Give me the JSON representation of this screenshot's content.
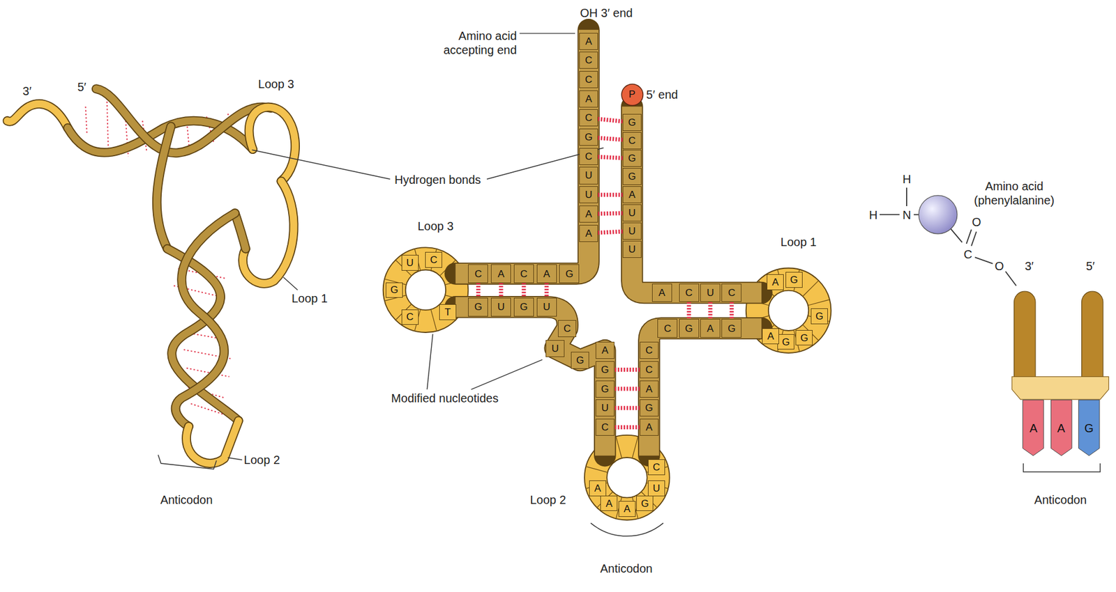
{
  "diagram": {
    "nodes": [
      {
        "text": [
          "P"
        ]
      },
      {
        "text": [
          "G"
        ]
      },
      {
        "text": [
          "C"
        ]
      },
      {
        "text": [
          "G"
        ]
      },
      {
        "text": [
          "G"
        ]
      },
      {
        "text": [
          "A"
        ]
      },
      {
        "text": [
          "U"
        ]
      },
      {
        "text": [
          "U"
        ]
      },
      {
        "text": [
          "U"
        ]
      },
      {
        "text": [
          "A"
        ]
      },
      {
        "text": [
          "C"
        ]
      },
      {
        "text": [
          "U"
        ]
      },
      {
        "text": [
          "C"
        ]
      },
      {
        "text": [
          "A"
        ]
      },
      {
        "text": [
          "G"
        ]
      },
      {
        "text": [
          "G"
        ]
      },
      {
        "text": [
          "G"
        ]
      },
      {
        "text": [
          "G"
        ]
      },
      {
        "text": [
          "A"
        ]
      },
      {
        "text": [
          "G"
        ]
      },
      {
        "text": [
          "A"
        ]
      },
      {
        "text": [
          "G"
        ]
      },
      {
        "text": [
          "C"
        ]
      },
      {
        "text": [
          "C"
        ]
      },
      {
        "text": [
          "C"
        ]
      },
      {
        "text": [
          "A"
        ]
      },
      {
        "text": [
          "G"
        ]
      },
      {
        "text": [
          "A"
        ]
      },
      {
        "text": [
          "C"
        ]
      },
      {
        "text": [
          "U"
        ]
      },
      {
        "text": [
          "G"
        ]
      },
      {
        "text": [
          "A"
        ]
      },
      {
        "text": [
          "A"
        ]
      },
      {
        "text": [
          "A"
        ]
      },
      {
        "text": [
          "C"
        ]
      },
      {
        "text": [
          "U"
        ]
      },
      {
        "text": [
          "G"
        ]
      },
      {
        "text": [
          "G"
        ]
      },
      {
        "text": [
          "A"
        ]
      },
      {
        "text": [
          "G"
        ]
      },
      {
        "text": [
          "U"
        ]
      },
      {
        "text": [
          "C"
        ]
      },
      {
        "text": [
          "U"
        ]
      },
      {
        "text": [
          "G"
        ]
      },
      {
        "text": [
          "U"
        ]
      },
      {
        "text": [
          "G"
        ]
      },
      {
        "text": [
          "T"
        ]
      },
      {
        "text": [
          "C"
        ]
      },
      {
        "text": [
          "G"
        ]
      },
      {
        "text": [
          "U"
        ]
      },
      {
        "text": [
          "C"
        ]
      },
      {
        "text": [
          "C"
        ]
      },
      {
        "text": [
          "A"
        ]
      },
      {
        "text": [
          "C"
        ]
      },
      {
        "text": [
          "A"
        ]
      },
      {
        "text": [
          "G"
        ]
      },
      {
        "text": [
          "A"
        ]
      },
      {
        "text": [
          "A"
        ]
      },
      {
        "text": [
          "U"
        ]
      },
      {
        "text": [
          "U"
        ]
      },
      {
        "text": [
          "C"
        ]
      },
      {
        "text": [
          "G"
        ]
      },
      {
        "text": [
          "C"
        ]
      },
      {
        "text": [
          "A"
        ]
      },
      {
        "text": [
          "C"
        ]
      },
      {
        "text": [
          "C"
        ]
      },
      {
        "text": [
          "A"
        ]
      },
      {
        "text": [
          "A"
        ]
      },
      {
        "text": [
          "A"
        ]
      },
      {
        "text": [
          "G"
        ]
      }
    ],
    "edges": [
      {
        "from": 62,
        "to": 1,
        "arrow": "none"
      },
      {
        "from": 61,
        "to": 2,
        "arrow": "none"
      },
      {
        "from": 60,
        "to": 3,
        "arrow": "none"
      },
      {
        "from": 58,
        "to": 5,
        "arrow": "none"
      },
      {
        "from": 57,
        "to": 6,
        "arrow": "none"
      },
      {
        "from": 56,
        "to": 7,
        "arrow": "none"
      },
      {
        "from": 10,
        "to": 21,
        "arrow": "none"
      },
      {
        "from": 11,
        "to": 20,
        "arrow": "none"
      },
      {
        "from": 12,
        "to": 19,
        "arrow": "none"
      },
      {
        "from": 24,
        "to": 37,
        "arrow": "none"
      },
      {
        "from": 25,
        "to": 36,
        "arrow": "none"
      },
      {
        "from": 26,
        "to": 35,
        "arrow": "none"
      },
      {
        "from": 27,
        "to": 34,
        "arrow": "none"
      },
      {
        "from": 51,
        "to": 45,
        "arrow": "none"
      },
      {
        "from": 52,
        "to": 44,
        "arrow": "none"
      },
      {
        "from": 53,
        "to": 43,
        "arrow": "none"
      },
      {
        "from": 54,
        "to": 42,
        "arrow": "none"
      }
    ],
    "labels": [
      "3′",
      "5′",
      "Loop 3",
      "Loop 1",
      "Loop 2",
      "Anticodon",
      "OH 3′ end",
      "Amino acid accepting end",
      "5′ end",
      "Hydrogen bonds",
      "Loop 3",
      "Loop 1",
      "Loop 2",
      "Anticodon",
      "Modified nucleotides",
      "H",
      "H",
      "N",
      "Amino acid (phenylalanine)",
      "C",
      "O",
      "O",
      "3′",
      "5′",
      "Anticodon"
    ]
  }
}
